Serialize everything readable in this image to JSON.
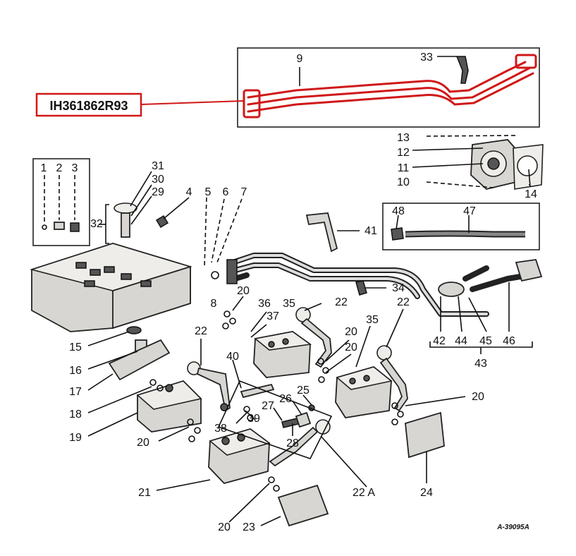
{
  "callout": {
    "part_number": "IH361862R93",
    "highlight_color": "#d01818"
  },
  "footer": {
    "ref": "A-39095A"
  },
  "labels": {
    "n1": "1",
    "n2": "2",
    "n3": "3",
    "n4": "4",
    "n5": "5",
    "n6": "6",
    "n7": "7",
    "n8": "8",
    "n9": "9",
    "n10": "10",
    "n11": "11",
    "n12": "12",
    "n13": "13",
    "n14": "14",
    "n15": "15",
    "n16": "16",
    "n17": "17",
    "n18": "18",
    "n19": "19",
    "n20a": "20",
    "n20b": "20",
    "n20c": "20",
    "n20d": "20",
    "n20e": "20",
    "n21": "21",
    "n22a": "22",
    "n22b": "22",
    "n22c": "22",
    "n22A": "22 A",
    "n23": "23",
    "n24": "24",
    "n25": "25",
    "n26": "26",
    "n27": "27",
    "n28": "28",
    "n29": "29",
    "n30": "30",
    "n31": "31",
    "n32": "32",
    "n33": "33",
    "n34": "34",
    "n35a": "35",
    "n35b": "35",
    "n36": "36",
    "n37": "37",
    "n38": "38",
    "n39": "39",
    "n40": "40",
    "n41": "41",
    "n42": "42",
    "n43": "43",
    "n44": "44",
    "n45": "45",
    "n46": "46",
    "n47": "47",
    "n48": "48"
  }
}
